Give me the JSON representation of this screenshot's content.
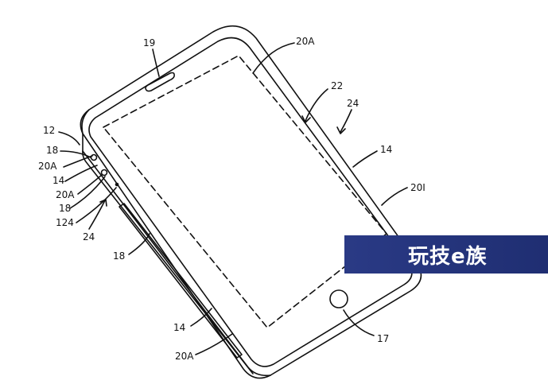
{
  "labels": {
    "l19": "19",
    "l20a_top": "20A",
    "l22": "22",
    "l24_right": "24",
    "l14_right": "14",
    "l20i": "20I",
    "l12": "12",
    "l18_a": "18",
    "l20a_b": "20A",
    "l14_b": "14",
    "l20a_c": "20A",
    "l18_b": "18",
    "l124": "124",
    "l24_left": "24",
    "l18_c": "18",
    "l14_bottom": "14",
    "l20a_bottom": "20A",
    "l17": "17"
  },
  "watermark": {
    "text": "玩技e族",
    "colors": {
      "banner": "#26367d",
      "text": "#ffffff"
    }
  },
  "colors": {
    "line": "#111111",
    "background": "#ffffff"
  }
}
